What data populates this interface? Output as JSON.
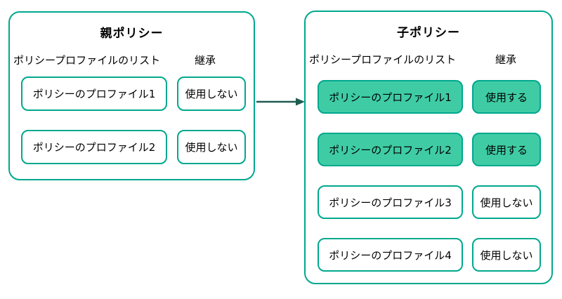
{
  "colors": {
    "outline": "#00A88E",
    "highlight_fill": "#3FCCA5",
    "arrow": "#1E5B51",
    "text": "#000000",
    "background": "#FFFFFF"
  },
  "parent_policy": {
    "title": "親ポリシー",
    "list_header": "ポリシープロファイルのリスト",
    "inherit_header": "継承",
    "rows": [
      {
        "profile": "ポリシーのプロファイル1",
        "inheritance": "使用しない",
        "highlighted": false
      },
      {
        "profile": "ポリシーのプロファイル2",
        "inheritance": "使用しない",
        "highlighted": false
      }
    ]
  },
  "child_policy": {
    "title": "子ポリシー",
    "list_header": "ポリシープロファイルのリスト",
    "inherit_header": "継承",
    "rows": [
      {
        "profile": "ポリシーのプロファイル1",
        "inheritance": "使用する",
        "highlighted": true
      },
      {
        "profile": "ポリシーのプロファイル2",
        "inheritance": "使用する",
        "highlighted": true
      },
      {
        "profile": "ポリシーのプロファイル3",
        "inheritance": "使用しない",
        "highlighted": false
      },
      {
        "profile": "ポリシーのプロファイル4",
        "inheritance": "使用しない",
        "highlighted": false
      }
    ]
  }
}
